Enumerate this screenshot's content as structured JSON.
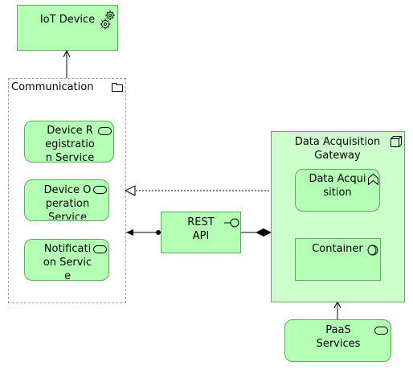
{
  "diagram": {
    "iot_device": "IoT Device",
    "communication": "Communication",
    "device_registration": "Device Registration Service",
    "device_operation": "Device Operation Service",
    "notification": "Notification Service",
    "rest_api": "REST API",
    "data_acquisition_gateway": "Data Acquisition Gateway",
    "data_acquisition": "Data Acquisition",
    "container": "Container",
    "paas_services": "PaaS Services"
  },
  "icons": {
    "iot_device": "gears-icon",
    "communication": "folder-icon",
    "service": "service-pill-icon",
    "interface": "lollipop-interface-icon",
    "gateway": "node-cube-icon",
    "function": "function-chevron-icon",
    "container": "container-icon"
  },
  "colors": {
    "element_fill": "#b3ffb3",
    "node_fill": "#ccffcc",
    "border": "#5fa85f",
    "group_border": "#a0a0a0"
  }
}
